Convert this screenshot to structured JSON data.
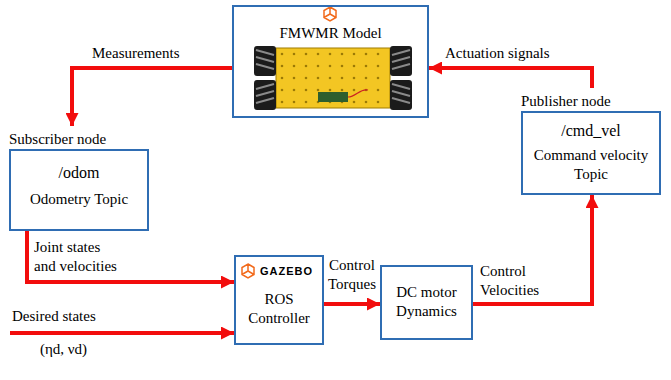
{
  "diagram": {
    "nodes": [
      {
        "text": [
          "FMWMR Model"
        ]
      },
      {
        "text": [
          "Subscriber node",
          "/odom",
          "Odometry Topic"
        ]
      },
      {
        "text": [
          "GAZEBO",
          "ROS Controller"
        ]
      },
      {
        "text": [
          "DC motor Dynamics"
        ]
      },
      {
        "text": [
          "Publisher node",
          "/cmd_vel",
          "Command velocity Topic"
        ]
      }
    ],
    "edges": [
      {
        "from": 0,
        "to": 1,
        "arrow": "to",
        "label": "Measurements"
      },
      {
        "from": 1,
        "to": 2,
        "arrow": "to",
        "label": "Joint states and velocities"
      },
      {
        "from": 2,
        "to": 3,
        "arrow": "to",
        "label": "Control Torques"
      },
      {
        "from": 3,
        "to": 4,
        "arrow": "to",
        "label": "Control Velocities"
      },
      {
        "from": 4,
        "to": 0,
        "arrow": "to",
        "label": "Actuation signals"
      }
    ],
    "labels": [
      "Desired states",
      "(ηd, νd)"
    ]
  }
}
